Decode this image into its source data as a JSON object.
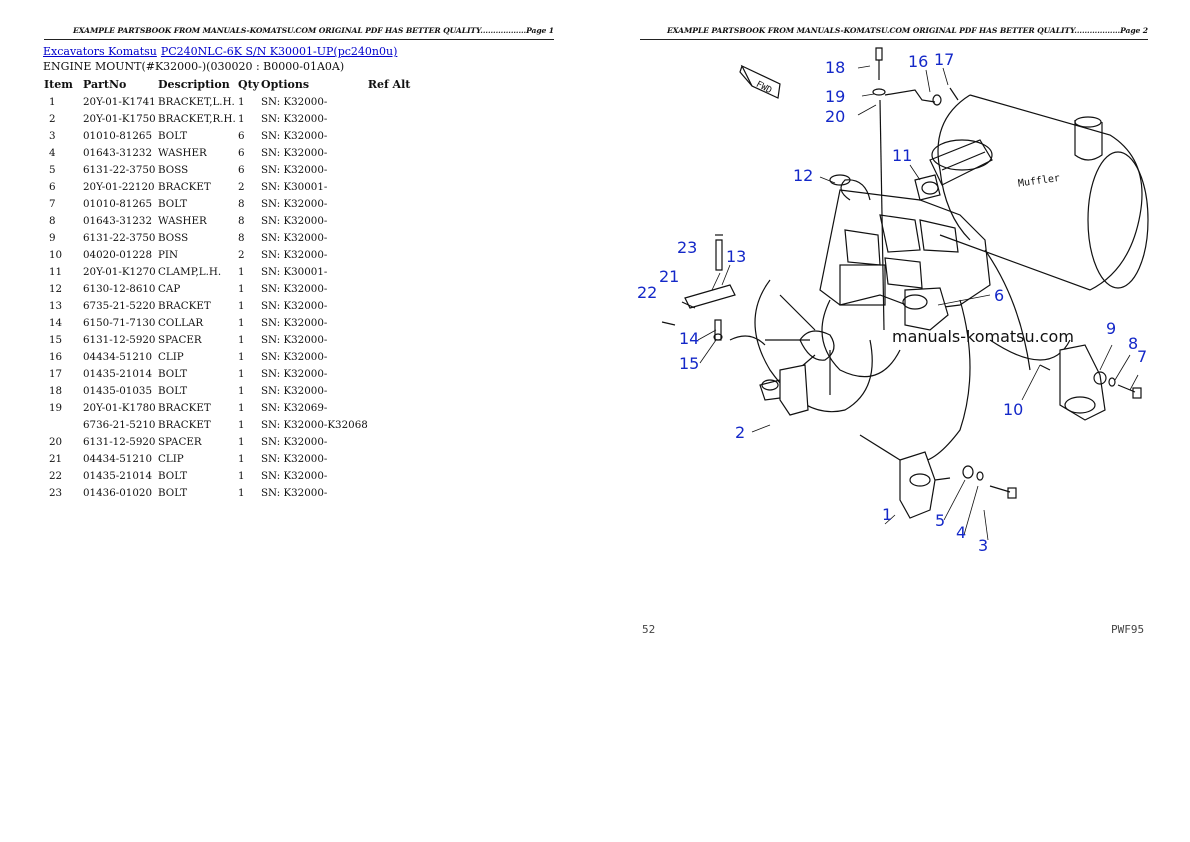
{
  "page1_header": "EXAMPLE PARTSBOOK FROM MANUALS-KOMATSU.COM ORIGINAL PDF HAS BETTER QUALITY..................Page 1",
  "page2_header": "EXAMPLE PARTSBOOK FROM MANUALS-KOMATSU.COM ORIGINAL PDF HAS BETTER QUALITY..................Page 2",
  "nav": {
    "link1": "Excavators Komatsu",
    "link2": "PC240NLC-6K S/N K30001-UP(pc240n0u)"
  },
  "subtitle": "ENGINE MOUNT(#K32000-)(030020 : B0000-01A0A)",
  "table": {
    "headers": [
      "Item",
      "PartNo",
      "Description",
      "Qty",
      "Options",
      "Ref Alt"
    ],
    "rows": [
      {
        "item": "1",
        "partno": "20Y-01-K1741",
        "desc": "BRACKET,L.H.",
        "qty": "1",
        "options": "SN: K32000-"
      },
      {
        "item": "2",
        "partno": "20Y-01-K1750",
        "desc": "BRACKET,R.H.",
        "qty": "1",
        "options": "SN: K32000-"
      },
      {
        "item": "3",
        "partno": "01010-81265",
        "desc": "BOLT",
        "qty": "6",
        "options": "SN: K32000-"
      },
      {
        "item": "4",
        "partno": "01643-31232",
        "desc": "WASHER",
        "qty": "6",
        "options": "SN: K32000-"
      },
      {
        "item": "5",
        "partno": "6131-22-3750",
        "desc": "BOSS",
        "qty": "6",
        "options": "SN: K32000-"
      },
      {
        "item": "6",
        "partno": "20Y-01-22120",
        "desc": "BRACKET",
        "qty": "2",
        "options": "SN: K30001-"
      },
      {
        "item": "7",
        "partno": "01010-81265",
        "desc": "BOLT",
        "qty": "8",
        "options": "SN: K32000-"
      },
      {
        "item": "8",
        "partno": "01643-31232",
        "desc": "WASHER",
        "qty": "8",
        "options": "SN: K32000-"
      },
      {
        "item": "9",
        "partno": "6131-22-3750",
        "desc": "BOSS",
        "qty": "8",
        "options": "SN: K32000-"
      },
      {
        "item": "10",
        "partno": "04020-01228",
        "desc": "PIN",
        "qty": "2",
        "options": "SN: K32000-"
      },
      {
        "item": "11",
        "partno": "20Y-01-K1270",
        "desc": "CLAMP,L.H.",
        "qty": "1",
        "options": "SN: K30001-"
      },
      {
        "item": "12",
        "partno": "6130-12-8610",
        "desc": "CAP",
        "qty": "1",
        "options": "SN: K32000-"
      },
      {
        "item": "13",
        "partno": "6735-21-5220",
        "desc": "BRACKET",
        "qty": "1",
        "options": "SN: K32000-"
      },
      {
        "item": "14",
        "partno": "6150-71-7130",
        "desc": "COLLAR",
        "qty": "1",
        "options": "SN: K32000-"
      },
      {
        "item": "15",
        "partno": "6131-12-5920",
        "desc": "SPACER",
        "qty": "1",
        "options": "SN: K32000-"
      },
      {
        "item": "16",
        "partno": "04434-51210",
        "desc": "CLIP",
        "qty": "1",
        "options": "SN: K32000-"
      },
      {
        "item": "17",
        "partno": "01435-21014",
        "desc": "BOLT",
        "qty": "1",
        "options": "SN: K32000-"
      },
      {
        "item": "18",
        "partno": "01435-01035",
        "desc": "BOLT",
        "qty": "1",
        "options": "SN: K32000-"
      },
      {
        "item": "19",
        "partno": "20Y-01-K1780",
        "desc": "BRACKET",
        "qty": "1",
        "options": "SN: K32069-"
      },
      {
        "item": "",
        "partno": "6736-21-5210",
        "desc": "BRACKET",
        "qty": "1",
        "options": "SN: K32000-K32068"
      },
      {
        "item": "20",
        "partno": "6131-12-5920",
        "desc": "SPACER",
        "qty": "1",
        "options": "SN: K32000-"
      },
      {
        "item": "21",
        "partno": "04434-51210",
        "desc": "CLIP",
        "qty": "1",
        "options": "SN: K32000-"
      },
      {
        "item": "22",
        "partno": "01435-21014",
        "desc": "BOLT",
        "qty": "1",
        "options": "SN: K32000-"
      },
      {
        "item": "23",
        "partno": "01436-01020",
        "desc": "BOLT",
        "qty": "1",
        "options": "SN: K32000-"
      }
    ]
  },
  "diagram": {
    "watermark": "manuals-komatsu.com",
    "muffler_label": "Muffler",
    "fwd_label": "FWD",
    "callouts": [
      "1",
      "2",
      "3",
      "4",
      "5",
      "6",
      "7",
      "8",
      "9",
      "10",
      "11",
      "12",
      "13",
      "14",
      "15",
      "16",
      "17",
      "18",
      "19",
      "20",
      "21",
      "22",
      "23"
    ],
    "footer_left": "52",
    "footer_right": "PWF95",
    "callout_color": "#1428c8"
  }
}
